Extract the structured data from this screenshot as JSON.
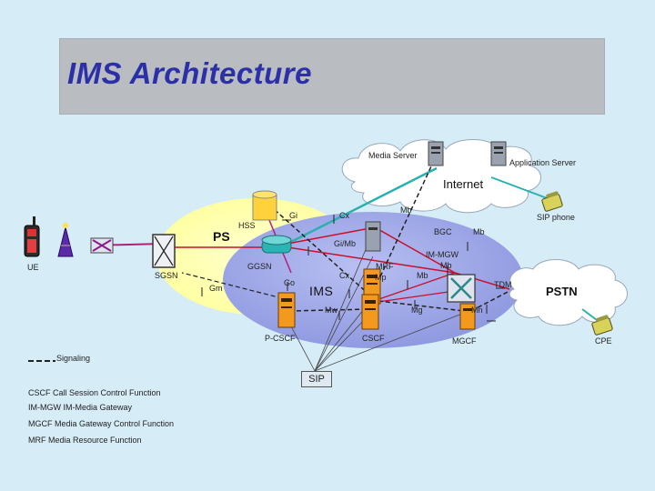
{
  "title": "IMS Architecture",
  "domains": {
    "ps": "PS",
    "ims": "IMS",
    "internet": "Internet",
    "pstn": "PSTN"
  },
  "nodes": {
    "media_server": "Media Server",
    "application_server": "Application Server",
    "sip_phone": "SIP phone",
    "hss": "HSS",
    "ue": "UE",
    "sgsn": "SGSN",
    "ggsn": "GGSN",
    "bgcf": "BGC",
    "im_mgw": "IM-MGW",
    "mrf": "MRF",
    "p_cscf": "P-CSCF",
    "cscf": "CSCF",
    "mgcf": "MGCF",
    "cpe": "CPE"
  },
  "interfaces": {
    "cx": "Cx",
    "mb_top": "Mb",
    "mb_right": "Mb",
    "mb_mid": "Mb",
    "mb_mrf": "Mb",
    "gi": "Gi",
    "gi_mb": "Gi/Mb",
    "go": "Go",
    "gm": "Gm",
    "mp": "Mp",
    "mw": "Mw",
    "mg": "Mg",
    "mn": "Mn",
    "tdm": "TDM"
  },
  "sip_label": "SIP",
  "legend": {
    "signaling": "Signaling",
    "items": [
      "CSCF  Call Session Control Function",
      "IM-MGW  IM-Media Gateway",
      "MGCF  Media Gateway Control Function",
      "MRF  Media Resource Function"
    ]
  },
  "colors": {
    "ps_domain": "#ffffb0",
    "ims_domain": "#9fa8e8",
    "internet_cloud": "#ffffff",
    "pstn_cloud": "#ffffff",
    "server_orange": "#f39a1e",
    "title": "#2b2fa8",
    "teal_link": "#2ab0b0",
    "magenta_link": "#b0207c",
    "red_link": "#c8102e"
  },
  "icons": [
    "server-icon",
    "router-icon",
    "switch-icon",
    "phone-icon",
    "antenna-icon",
    "mobile-phone-icon",
    "database-icon"
  ]
}
